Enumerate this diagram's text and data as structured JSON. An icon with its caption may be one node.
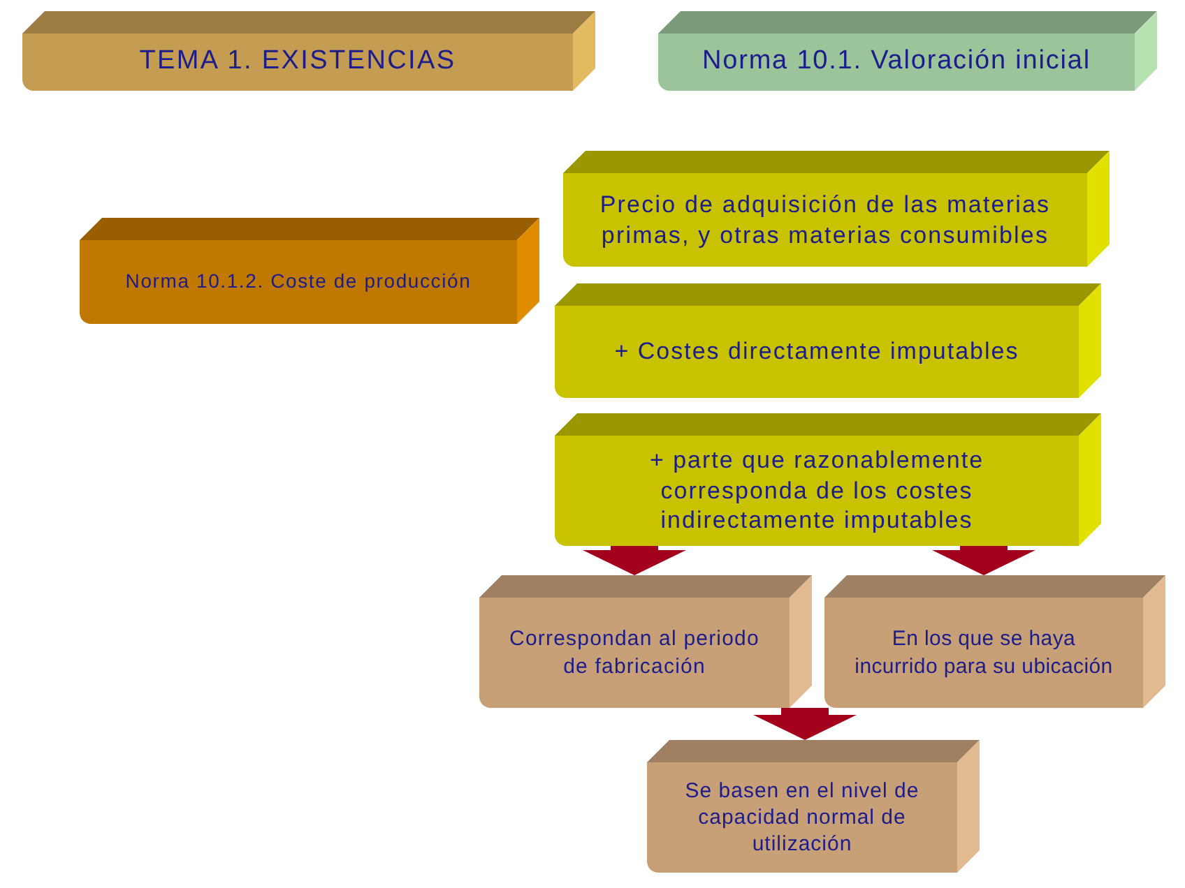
{
  "diagram": {
    "nodes": [
      {
        "text": [
          "TEMA 1. EXISTENCIAS"
        ]
      },
      {
        "text": [
          "Norma 10.1. Valoración inicial"
        ]
      },
      {
        "text": [
          "Norma 10.1.2. Coste de producción"
        ]
      },
      {
        "text": [
          "Precio de adquisición de las materias primas, y otras materias consumibles"
        ]
      },
      {
        "text": [
          "+ Costes directamente imputables"
        ]
      },
      {
        "text": [
          "+ parte que razonablemente corresponda de los costes indirectamente imputables"
        ]
      },
      {
        "text": [
          "Correspondan al periodo de fabricación"
        ]
      },
      {
        "text": [
          "En los que se haya incurrido para su ubicación"
        ]
      },
      {
        "text": [
          "Se basen en el nivel de capacidad normal de utilización"
        ]
      }
    ],
    "edges": [
      {
        "from": 5,
        "to": 6,
        "arrow": "to"
      },
      {
        "from": 5,
        "to": 7,
        "arrow": "to"
      },
      {
        "from": 6,
        "to": 8,
        "arrow": "to"
      }
    ]
  }
}
